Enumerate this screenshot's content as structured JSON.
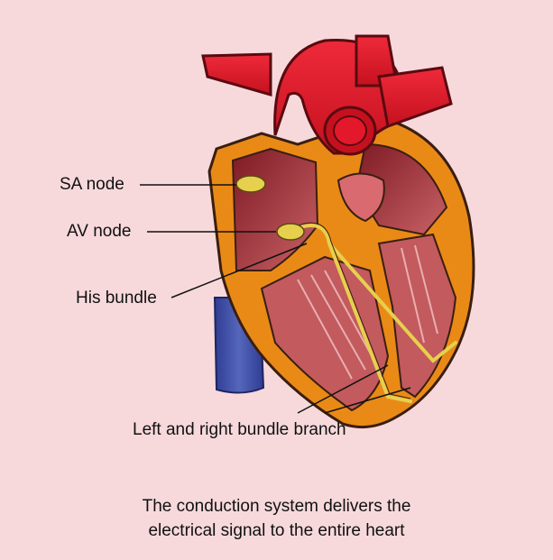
{
  "labels": {
    "sa_node": "SA node",
    "av_node": "AV node",
    "his_bundle": "His bundle",
    "bundle_branch": "Left and right bundle branch"
  },
  "caption": {
    "line1": "The conduction system delivers the",
    "line2": "electrical signal to the entire heart"
  },
  "colors": {
    "background": "#f7d9dc",
    "aorta": "#e3182b",
    "myocardium": "#e98a17",
    "chamber_wall": "#8f1f2a",
    "chamber_inner": "#c25a5e",
    "vena_cava": "#3f4fa6",
    "node": "#e6d04d"
  }
}
